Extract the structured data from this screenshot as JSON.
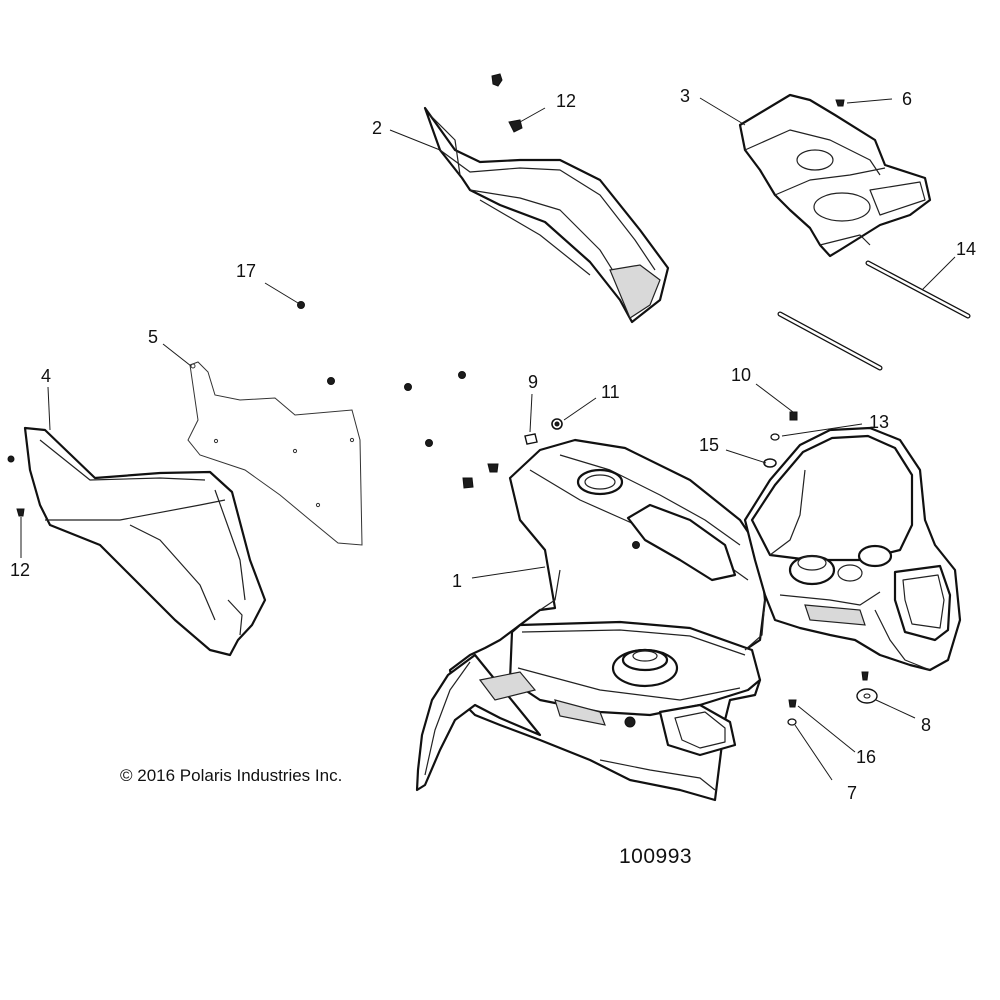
{
  "diagram": {
    "callouts": [
      {
        "id": "c1",
        "text": "1"
      },
      {
        "id": "c2",
        "text": "2"
      },
      {
        "id": "c3",
        "text": "3"
      },
      {
        "id": "c4",
        "text": "4"
      },
      {
        "id": "c5",
        "text": "5"
      },
      {
        "id": "c6",
        "text": "6"
      },
      {
        "id": "c7",
        "text": "7"
      },
      {
        "id": "c8",
        "text": "8"
      },
      {
        "id": "c9",
        "text": "9"
      },
      {
        "id": "c10",
        "text": "10"
      },
      {
        "id": "c11",
        "text": "11"
      },
      {
        "id": "c12a",
        "text": "12"
      },
      {
        "id": "c12b",
        "text": "12"
      },
      {
        "id": "c13",
        "text": "13"
      },
      {
        "id": "c14",
        "text": "14"
      },
      {
        "id": "c15",
        "text": "15"
      },
      {
        "id": "c16",
        "text": "16"
      },
      {
        "id": "c17",
        "text": "17"
      }
    ],
    "copyright": "© 2016 Polaris Industries Inc.",
    "drawing_number": "100993"
  }
}
